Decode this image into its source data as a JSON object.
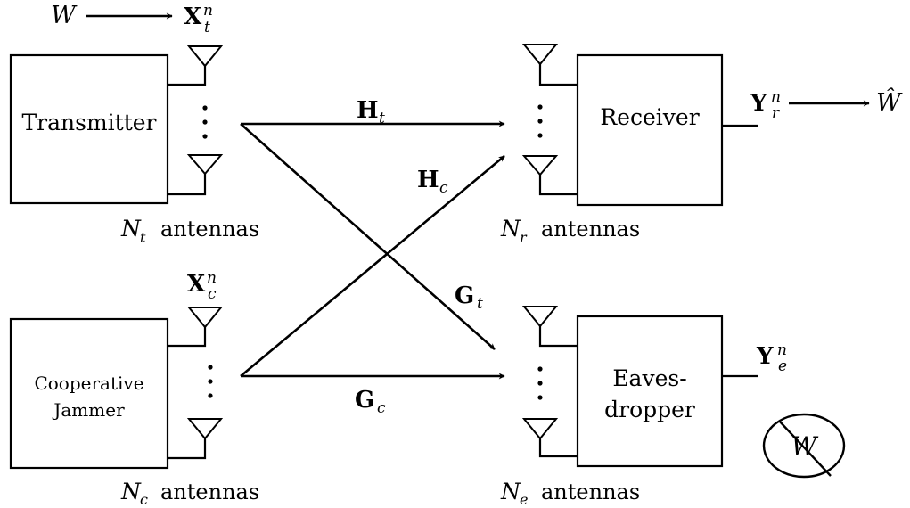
{
  "blocks": {
    "transmitter": "Transmitter",
    "receiver": "Receiver",
    "jammer": [
      "Cooperative",
      "Jammer"
    ],
    "eavesdropper": [
      "Eaves-",
      "dropper"
    ]
  },
  "antenna_word": "antennas",
  "antenna_counts": {
    "tx": {
      "sym": "N",
      "sub": "t"
    },
    "rx": {
      "sym": "N",
      "sub": "r"
    },
    "jam": {
      "sym": "N",
      "sub": "c"
    },
    "eve": {
      "sym": "N",
      "sub": "e"
    }
  },
  "signals": {
    "message": "W",
    "estimate": "Ŵ",
    "hidden": "W",
    "xt": {
      "sym": "X",
      "sub": "t",
      "sup": "n"
    },
    "xc": {
      "sym": "X",
      "sub": "c",
      "sup": "n"
    },
    "yr": {
      "sym": "Y",
      "sub": "r",
      "sup": "n"
    },
    "ye": {
      "sym": "Y",
      "sub": "e",
      "sup": "n"
    }
  },
  "channels": {
    "ht": {
      "sym": "H",
      "sub": "t"
    },
    "hc": {
      "sym": "H",
      "sub": "c"
    },
    "gt": {
      "sym": "G",
      "sub": "t"
    },
    "gc": {
      "sym": "G",
      "sub": "c"
    }
  }
}
